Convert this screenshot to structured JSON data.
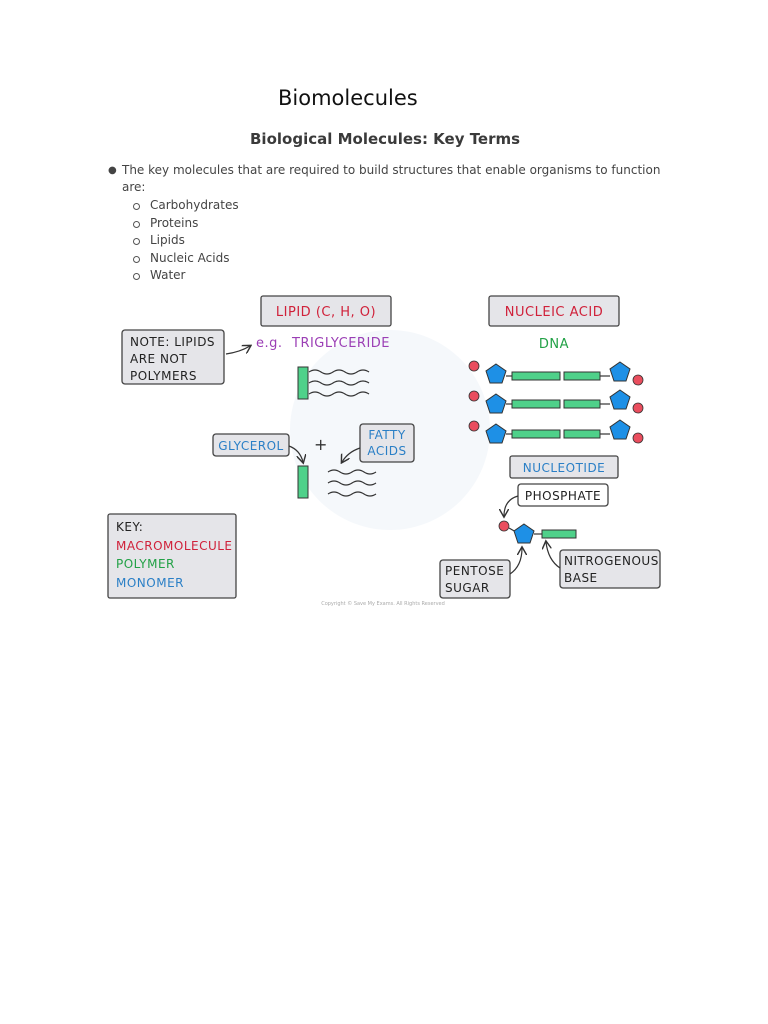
{
  "document": {
    "title": "Biomolecules",
    "section_title": "Biological Molecules: Key Terms",
    "intro": "The key molecules that are required to build structures that enable organisms to function are:",
    "molecules": [
      "Carbohydrates",
      "Proteins",
      "Lipids",
      "Nucleic Acids",
      "Water"
    ]
  },
  "figure": {
    "lipid_heading": "LIPID  (C, H, O)",
    "note_line1": "NOTE:  LIPIDS",
    "note_line2": "ARE  NOT",
    "note_line3": "POLYMERS",
    "eg": "e.g.",
    "triglyceride": "TRIGLYCERIDE",
    "glycerol": "GLYCEROL",
    "plus": "+",
    "fatty_line1": "FATTY",
    "fatty_line2": "ACIDS",
    "key_title": "KEY:",
    "key_macromolecule": "MACROMOLECULE",
    "key_polymer": "POLYMER",
    "key_monomer": "MONOMER",
    "nucleic_heading": "NUCLEIC  ACID",
    "dna": "DNA",
    "nucleotide": "NUCLEOTIDE",
    "phosphate": "PHOSPHATE",
    "nitro_line1": "NITROGENOUS",
    "nitro_line2": "BASE",
    "pentose_line1": "PENTOSE",
    "pentose_line2": "SUGAR",
    "copyright": "Copyright © Save My Exams. All Rights Reserved",
    "colors": {
      "macromolecule": "#d0213a",
      "polymer": "#22a146",
      "monomer": "#2a7fc6",
      "triglyceride": "#9b3fb5",
      "label_box": "#e5e5e9",
      "base_green": "#4fd18a",
      "sugar_blue": "#1e90e6",
      "phosphate_red": "#ea4e5e"
    }
  }
}
